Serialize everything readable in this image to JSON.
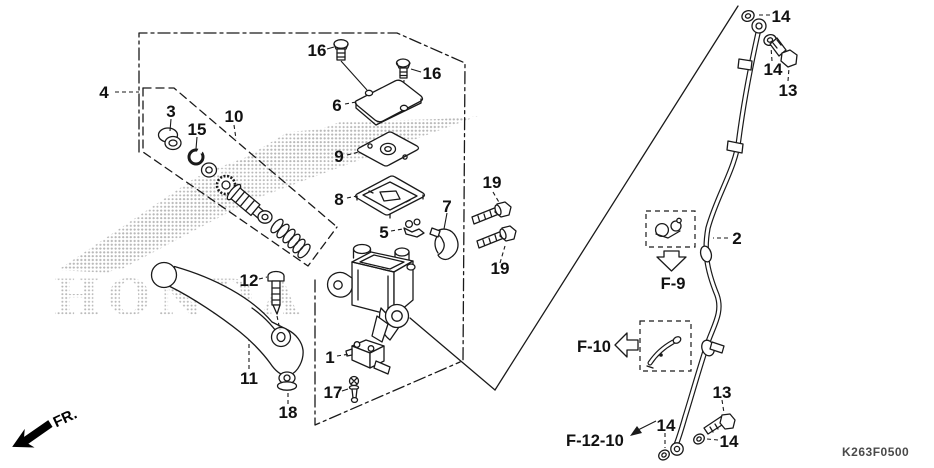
{
  "diagram": {
    "watermark": "HONDA",
    "front_marker": "FR.",
    "code": "K263F0500",
    "colors": {
      "line": "#1a1a1a",
      "label": "#111111",
      "watermark_dot": "#b8b8b8",
      "background": "#ffffff"
    },
    "callouts": {
      "c4": "4",
      "c16a": "16",
      "c16b": "16",
      "c6": "6",
      "c9": "9",
      "c8": "8",
      "c5": "5",
      "c7": "7",
      "c19a": "19",
      "c19b": "19",
      "c10": "10",
      "c3": "3",
      "c15": "15",
      "c12": "12",
      "c11": "11",
      "c18": "18",
      "c1": "1",
      "c17": "17",
      "c2": "2",
      "c14a": "14",
      "c14b": "14",
      "c13a": "13",
      "c13b": "13",
      "c14c": "14",
      "c14d": "14"
    },
    "references": {
      "f9": "F-9",
      "f10": "F-10",
      "f1210": "F-12-10"
    }
  }
}
